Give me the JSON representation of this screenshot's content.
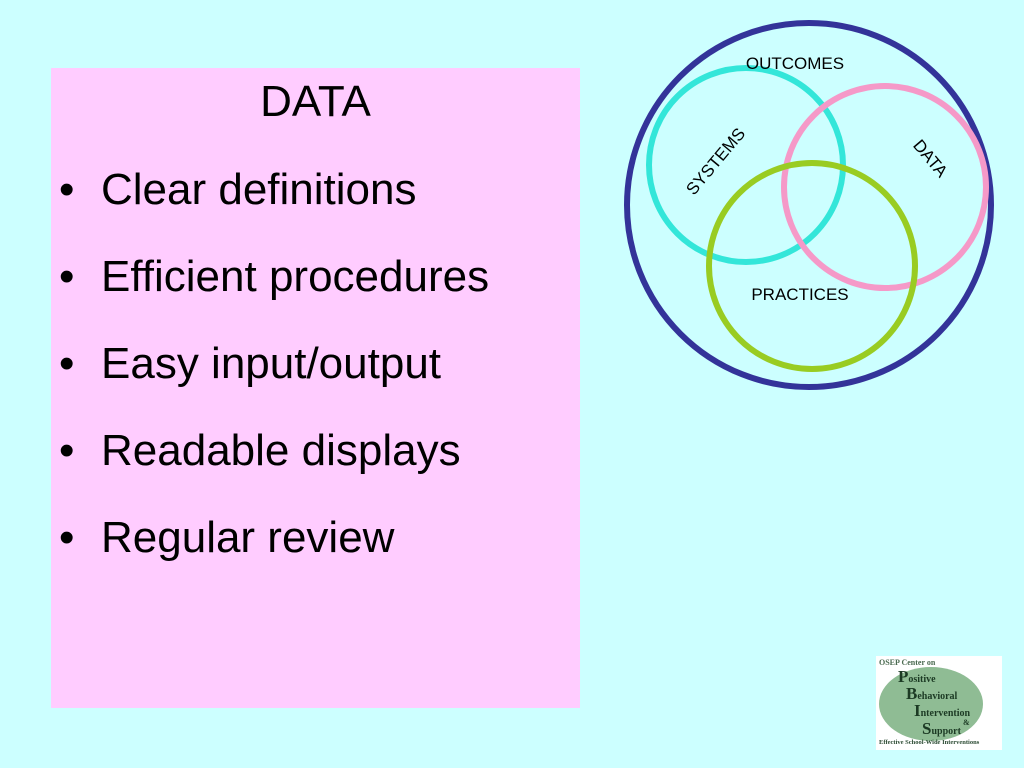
{
  "panel": {
    "title": "DATA",
    "bullet_char": "•",
    "items": [
      "Clear definitions",
      "Efficient procedures",
      "Easy input/output",
      "Readable displays",
      "Regular review"
    ]
  },
  "diagram": {
    "outer_label": "OUTCOMES",
    "circles": [
      {
        "label": "SYSTEMS",
        "color": "#33e6d9"
      },
      {
        "label": "DATA",
        "color": "#f599c8"
      },
      {
        "label": "PRACTICES",
        "color": "#99cc22"
      }
    ],
    "outer_color": "#333399"
  },
  "logo": {
    "header": "OSEP Center on",
    "words": [
      {
        "initial": "P",
        "rest": "ositive"
      },
      {
        "initial": "B",
        "rest": "ehavioral"
      },
      {
        "initial": "I",
        "rest": "ntervention"
      },
      {
        "initial": "S",
        "rest": "upport"
      }
    ],
    "ampersand": "&",
    "footer": "Effective School-Wide Interventions",
    "color": "#8fbc94"
  }
}
